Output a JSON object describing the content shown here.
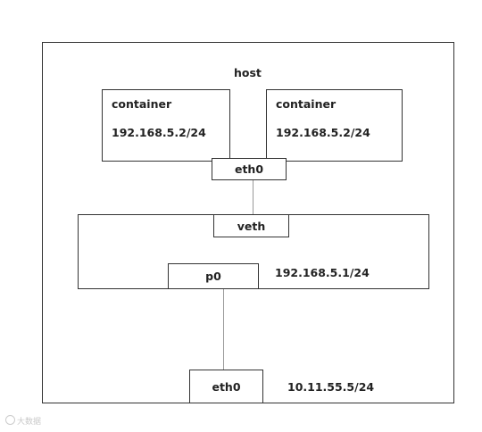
{
  "host": {
    "label": "host"
  },
  "containers": [
    {
      "title": "container",
      "ip": "192.168.5.2/24"
    },
    {
      "title": "container",
      "ip": "192.168.5.2/24"
    }
  ],
  "container_interface": {
    "label": "eth0"
  },
  "bridge": {
    "veth_label": "veth",
    "port_label": "p0",
    "port_ip": "192.168.5.1/24"
  },
  "host_interface": {
    "label": "eth0",
    "ip": "10.11.55.5/24"
  },
  "watermark": {
    "text": "大数据"
  }
}
